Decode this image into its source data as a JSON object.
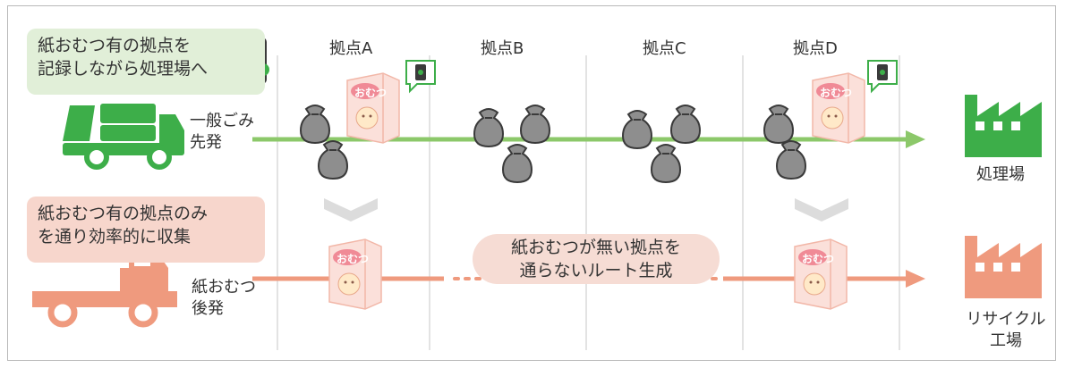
{
  "top_note": {
    "line1": "紙おむつ有の拠点を",
    "line2": "記録しながら処理場へ"
  },
  "bottom_note": {
    "line1": "紙おむつ有の拠点のみ",
    "line2": "を通り効率的に収集"
  },
  "columns": [
    "拠点A",
    "拠点B",
    "拠点C",
    "拠点D"
  ],
  "truck_top": {
    "line1": "一般ごみ",
    "line2": "先発"
  },
  "truck_bottom": {
    "line1": "紙おむつ",
    "line2": "後発"
  },
  "diaper_text": "おむつ",
  "center_text": {
    "line1": "紙おむつが無い拠点を",
    "line2": "通らないルート生成"
  },
  "dest_top": {
    "label": "処理場"
  },
  "dest_bottom": {
    "line1": "リサイクル",
    "line2": "工場"
  },
  "colors": {
    "green": "#8cc86a",
    "green_dark": "#3dae49",
    "salmon": "#ef9a7e",
    "note_green": "#e1efd8",
    "note_salmon": "#f7d6cc",
    "bag": "#8e8e8e"
  }
}
